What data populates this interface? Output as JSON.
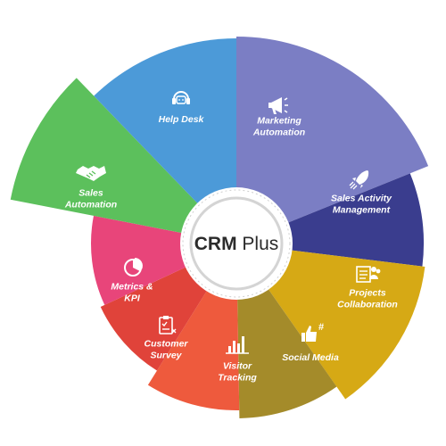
{
  "center": {
    "title_bold": "CRM",
    "title_rest": " Plus"
  },
  "segments": [
    {
      "id": "help-desk",
      "lines": [
        "Help Desk"
      ],
      "color": "#4c9ad8",
      "icon": "headset-icon"
    },
    {
      "id": "marketing-automation",
      "lines": [
        "Marketing",
        "Automation"
      ],
      "color": "#7b7ec4",
      "icon": "megaphone-icon"
    },
    {
      "id": "sales-activity-management",
      "lines": [
        "Sales Activity",
        "Management"
      ],
      "color": "#3a3d8e",
      "icon": "rocket-icon"
    },
    {
      "id": "projects-collaboration",
      "lines": [
        "Projects",
        "Collaboration"
      ],
      "color": "#d6a915",
      "icon": "team-board-icon"
    },
    {
      "id": "social-media",
      "lines": [
        "Social Media"
      ],
      "color": "#a48b2a",
      "icon": "thumbs-up-hashtag-icon"
    },
    {
      "id": "visitor-tracking",
      "lines": [
        "Visitor",
        "Tracking"
      ],
      "color": "#ee5a3d",
      "icon": "bar-chart-icon"
    },
    {
      "id": "customer-survey",
      "lines": [
        "Customer",
        "Survey"
      ],
      "color": "#e0433a",
      "icon": "survey-clipboard-icon"
    },
    {
      "id": "metrics-kpi",
      "lines": [
        "Metrics &",
        "KPI"
      ],
      "color": "#e8457a",
      "icon": "pie-chart-icon"
    },
    {
      "id": "sales-automation",
      "lines": [
        "Sales",
        "Automation"
      ],
      "color": "#5cc05c",
      "icon": "handshake-icon"
    }
  ]
}
